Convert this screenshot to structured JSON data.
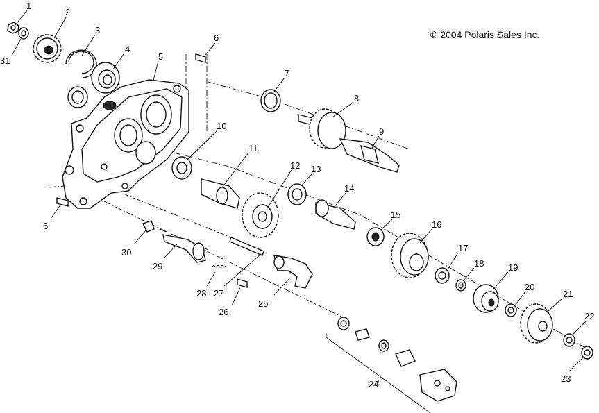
{
  "copyright": "© 2004 Polaris Sales Inc.",
  "callouts": {
    "c1": "1",
    "c2": "2",
    "c3": "3",
    "c4": "4",
    "c5": "5",
    "c6a": "6",
    "c6b": "6",
    "c7": "7",
    "c8": "8",
    "c9": "9",
    "c10": "10",
    "c11": "11",
    "c12": "12",
    "c13": "13",
    "c14": "14",
    "c15": "15",
    "c16": "16",
    "c17": "17",
    "c18": "18",
    "c19": "19",
    "c20": "20",
    "c21": "21",
    "c22": "22",
    "c23": "23",
    "c24": "24",
    "c25": "25",
    "c26": "26",
    "c27": "27",
    "c28": "28",
    "c29": "29",
    "c30": "30",
    "c31": "31"
  }
}
